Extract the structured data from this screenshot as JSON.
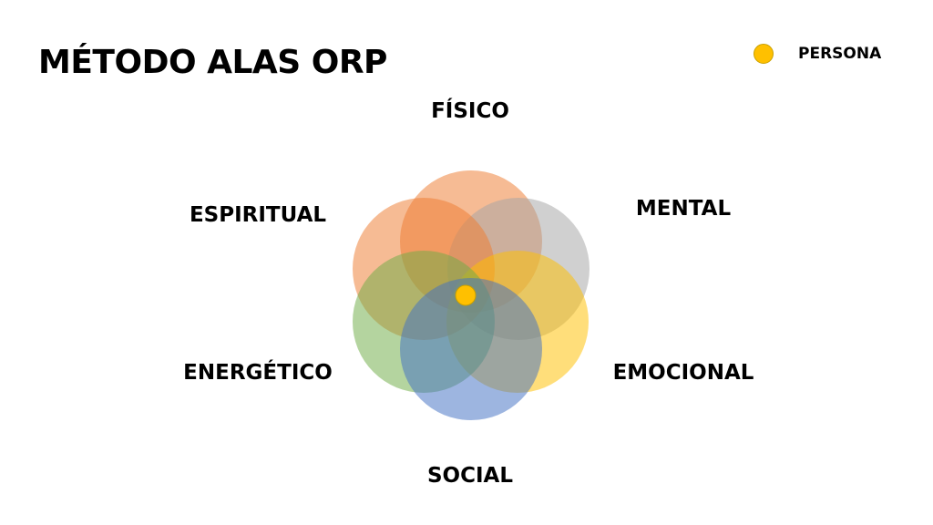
{
  "title": "MÉTODO ALAS ORP",
  "legend": {
    "label": "PERSONA",
    "color": "#FFC000"
  },
  "dimensions": [
    {
      "key": "fisico",
      "label": "FÍSICO",
      "color": "#ED7D31"
    },
    {
      "key": "mental",
      "label": "MENTAL",
      "color": "#A5A5A5"
    },
    {
      "key": "espiritual",
      "label": "ESPIRITUAL",
      "color": "#ED7D31"
    },
    {
      "key": "emocional",
      "label": "EMOCIONAL",
      "color": "#FFC000"
    },
    {
      "key": "energetico",
      "label": "ENERGÉTICO",
      "color": "#70AD47"
    },
    {
      "key": "social",
      "label": "SOCIAL",
      "color": "#4472C4"
    }
  ]
}
